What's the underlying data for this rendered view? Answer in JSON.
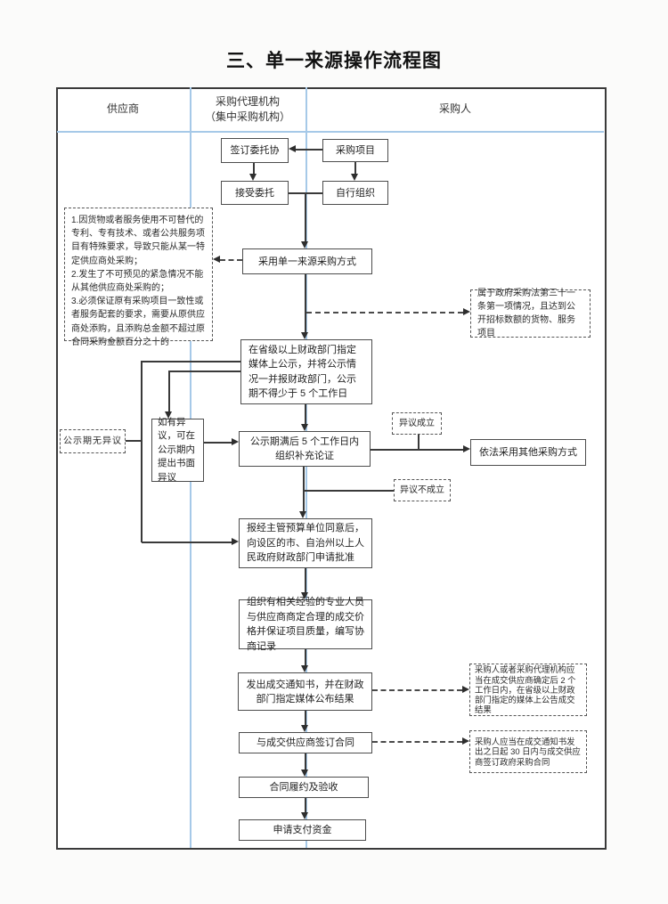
{
  "title": "三、单一来源操作流程图",
  "columns": {
    "supplier": "供应商",
    "agency_line1": "采购代理机构",
    "agency_line2": "（集中采购机构）",
    "purchaser": "采购人"
  },
  "boxes": {
    "sign_agreement": "签订委托协",
    "procurement_project": "采购项目",
    "accept_delegation": "接受委托",
    "self_organize": "自行组织",
    "adopt_single_source": "采用单一来源采购方式",
    "publicity": "在省级以上财政部门指定媒体上公示，并将公示情况一并报财政部门，公示期不得少于 5 个工作日",
    "objection_in_period": "如有异议，可在公示期内提出书面异议",
    "supplement_demonstration": "公示期满后 5 个工作日内组织补充论证",
    "other_method": "依法采用其他采购方式",
    "apply_approval": "报经主管预算单位同意后，向设区的市、自治州以上人民政府财政部门申请批准",
    "negotiate_price": "组织有相关经验的专业人员与供应商商定合理的成交价格并保证项目质量，编写协商记录",
    "issue_notice": "发出成交通知书，并在财政部门指定媒体公布结果",
    "sign_contract": "与成交供应商签订合同",
    "contract_acceptance": "合同履约及验收",
    "apply_payment": "申请支付资金"
  },
  "dashed_notes": {
    "reasons": [
      "1.因货物或者服务使用不可替代的专利、专有技术、或者公共服务项目有特殊要求，导致只能从某一特定供应商处采购；",
      "2.发生了不可预见的紧急情况不能从其他供应商处采购的；",
      "3.必须保证原有采购项目一致性或者服务配套的要求，需要从原供应商处添购，且添购总金额不超过原合同采购金额百分之十的"
    ],
    "law_clause": "属于政府采购法第三十一条第一项情况，且达到公开招标数额的货物、服务项目",
    "no_objection": "公示期无异议",
    "objection_valid": "异议成立",
    "objection_invalid": "异议不成立",
    "announce_result": "采购人或者采购代理机构应当在成交供应商确定后 2 个工作日内，在省级以上财政部门指定的媒体上公告成交结果",
    "sign_within_30": "采购人应当在成交通知书发出之日起 30 日内与成交供应商签订政府采购合同"
  },
  "colors": {
    "lane_separator": "#a6c9e8",
    "connector": "#3a3a3a",
    "box_border": "#4d4d4d"
  }
}
